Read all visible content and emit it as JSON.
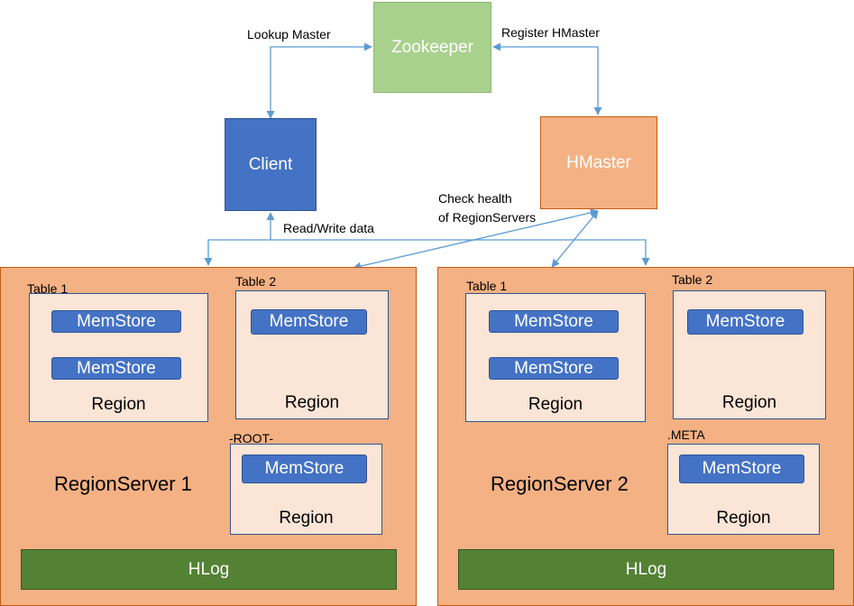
{
  "nodes": {
    "zookeeper": "Zookeeper",
    "client": "Client",
    "hmaster": "HMaster"
  },
  "edge_labels": {
    "lookup_master": "Lookup Master",
    "register_hmaster": "Register HMaster",
    "read_write": "Read/Write data",
    "check_health_1": "Check health",
    "check_health_2": "of RegionServers"
  },
  "region_servers": [
    {
      "name": "RegionServer 1",
      "table1": {
        "label": "Table 1",
        "memstores": [
          "MemStore",
          "MemStore"
        ],
        "region": "Region"
      },
      "table2": {
        "label": "Table 2",
        "memstores": [
          "MemStore"
        ],
        "region": "Region"
      },
      "catalog": {
        "label": "-ROOT-",
        "memstores": [
          "MemStore"
        ],
        "region": "Region"
      },
      "hlog": "HLog"
    },
    {
      "name": "RegionServer 2",
      "table1": {
        "label": "Table 1",
        "memstores": [
          "MemStore",
          "MemStore"
        ],
        "region": "Region"
      },
      "table2": {
        "label": "Table 2",
        "memstores": [
          "MemStore"
        ],
        "region": "Region"
      },
      "catalog": {
        "label": ".META",
        "memstores": [
          "MemStore"
        ],
        "region": "Region"
      },
      "hlog": "HLog"
    }
  ],
  "colors": {
    "zookeeper": "#a9d18e",
    "client": "#4472c4",
    "hmaster": "#f4b183",
    "regionserver": "#f4b183",
    "region": "#fbe5d6",
    "memstore": "#4472c4",
    "hlog": "#548235",
    "connector": "#5b9bd5"
  }
}
